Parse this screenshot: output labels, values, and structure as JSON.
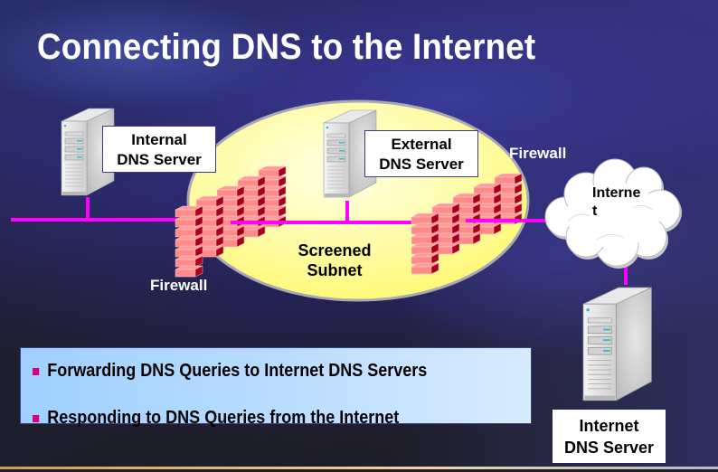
{
  "slide": {
    "title": "Connecting DNS to the Internet"
  },
  "diagram": {
    "internal_server": {
      "label_line1": "Internal",
      "label_line2": "DNS Server",
      "icon": "server-tower-icon"
    },
    "external_server": {
      "label_line1": "External",
      "label_line2": "DNS Server",
      "icon": "server-tower-icon"
    },
    "internet_server": {
      "label_line1": "Internet",
      "label_line2": "DNS Server",
      "icon": "server-tower-icon"
    },
    "firewall_left": {
      "label": "Firewall",
      "icon": "brick-firewall-icon"
    },
    "firewall_right": {
      "label": "Firewall",
      "icon": "brick-firewall-icon"
    },
    "screened_subnet": {
      "label_line1": "Screened",
      "label_line2": "Subnet"
    },
    "internet_cloud": {
      "label_line1": "Interne",
      "label_line2": "t",
      "icon": "cloud-icon"
    },
    "colors": {
      "network_line": "#ff00ff",
      "subnet_fill": "#ffff80",
      "brick": "#c0102a",
      "bullet": "#d4007f"
    }
  },
  "bullets": [
    {
      "text": "Forwarding DNS Queries to Internet DNS Servers"
    },
    {
      "text": "Responding to DNS Queries from the Internet"
    }
  ]
}
